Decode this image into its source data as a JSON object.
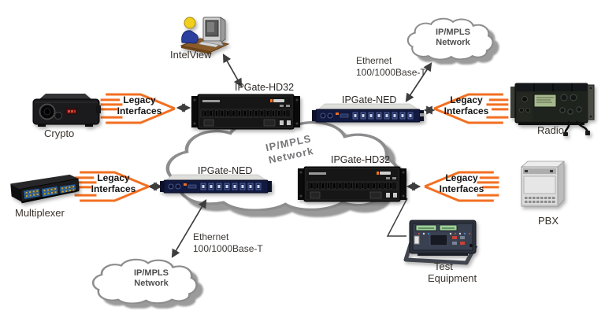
{
  "colors": {
    "accent_orange": "#f26f21",
    "connector_dark": "#3d3d3d",
    "cloud_outline": "#8d8d8f",
    "cloud_shadow": "#9b9b9b",
    "label_text": "#39322b"
  },
  "icons": {
    "intelview": "operator-workstation-icon",
    "hd32": "rack-2u-gateway-icon",
    "ned": "rack-1u-gateway-icon",
    "crypto": "crypto-box-icon",
    "multiplexer": "ethernet-multiplexer-icon",
    "radio": "field-radio-icon",
    "pbx": "pbx-cabinet-icon",
    "test_equipment": "benchtop-tester-icon",
    "cloud": "network-cloud-icon"
  },
  "nodes": {
    "intelview": {
      "label": "IntelView"
    },
    "hd32_top": {
      "label": "IPGate-HD32"
    },
    "ned_top": {
      "label": "IPGate-NED"
    },
    "ned_mid": {
      "label": "IPGate-NED"
    },
    "hd32_mid": {
      "label": "IPGate-HD32"
    },
    "crypto": {
      "label": "Crypto"
    },
    "multiplexer": {
      "label": "Multiplexer"
    },
    "radio": {
      "label": "Radio"
    },
    "pbx": {
      "label": "PBX"
    },
    "test_equipment": {
      "label_line1": "Test",
      "label_line2": "Equipment"
    }
  },
  "clouds": {
    "top_right": {
      "line1": "IP/MPLS",
      "line2": "Network"
    },
    "center": {
      "line1": "IP/MPLS",
      "line2": "Network"
    },
    "bottom_left": {
      "line1": "IP/MPLS",
      "line2": "Network"
    }
  },
  "connections": {
    "legacy_top_left": {
      "line1": "Legacy",
      "line2": "Interfaces"
    },
    "legacy_top_right": {
      "line1": "Legacy",
      "line2": "Interfaces"
    },
    "legacy_bottom_left": {
      "line1": "Legacy",
      "line2": "Interfaces"
    },
    "legacy_bottom_right": {
      "line1": "Legacy",
      "line2": "Interfaces"
    },
    "ethernet_top": {
      "line1": "Ethernet",
      "line2": "100/1000Base-T"
    },
    "ethernet_bottom": {
      "line1": "Ethernet",
      "line2": "100/1000Base-T"
    }
  }
}
